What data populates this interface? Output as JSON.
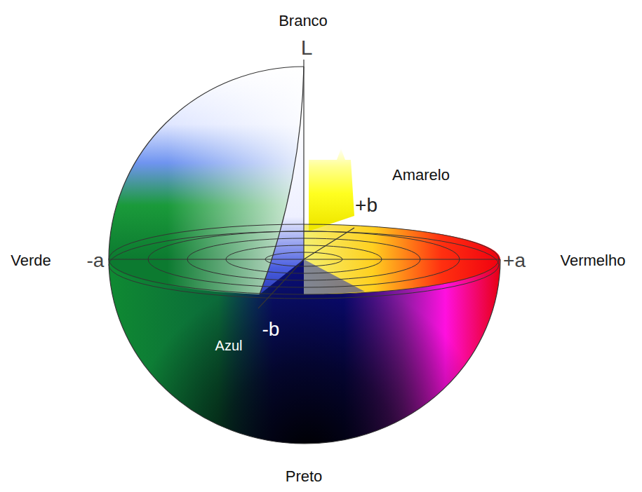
{
  "diagram": {
    "labels": [
      "Branco",
      "L",
      "Amarelo",
      "+b",
      "Verde",
      "-a",
      "+a",
      "Vermelho",
      "-b",
      "Azul",
      "Preto"
    ]
  }
}
